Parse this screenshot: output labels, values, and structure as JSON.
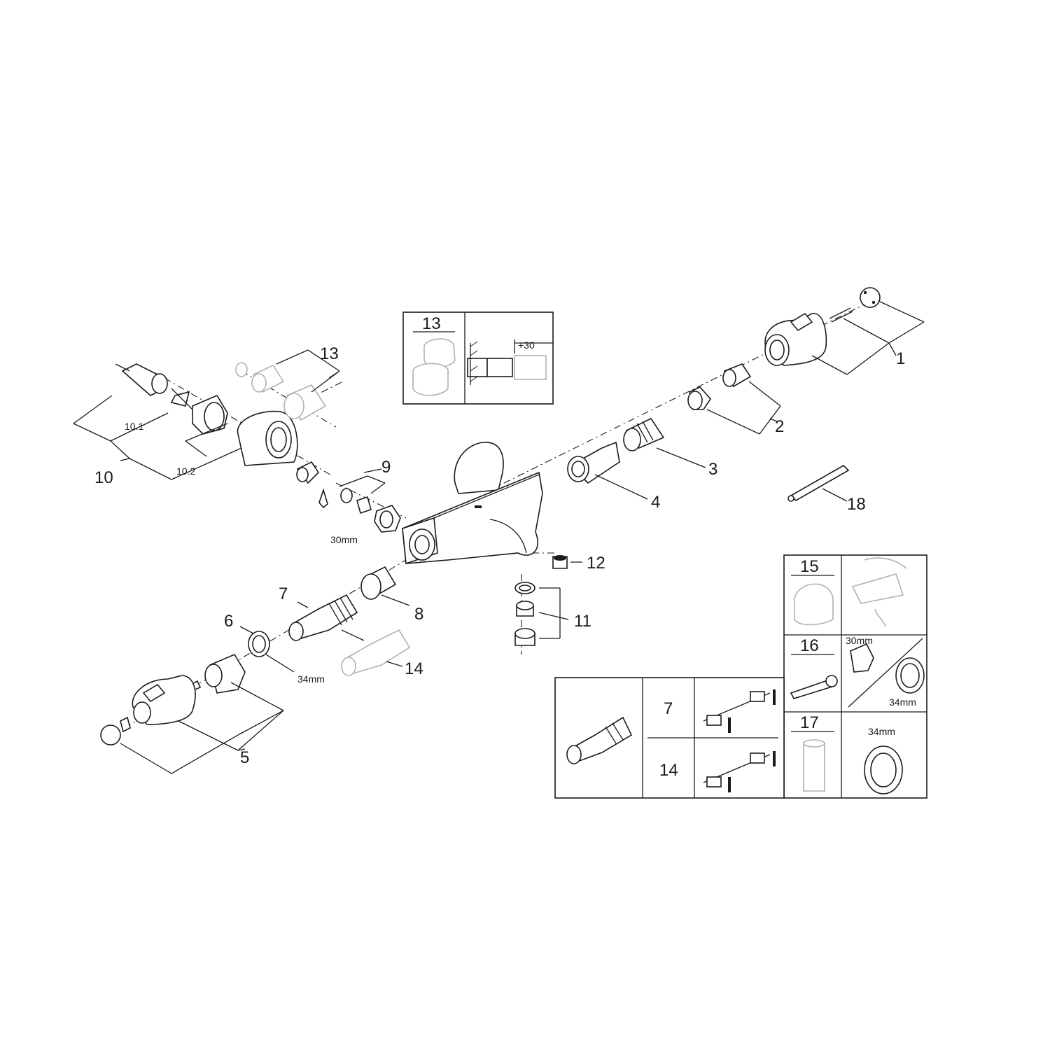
{
  "callouts": {
    "c1": "1",
    "c2": "2",
    "c3": "3",
    "c4": "4",
    "c5": "5",
    "c6": "6",
    "c7": "7",
    "c8": "8",
    "c9": "9",
    "c10": "10",
    "c10_1": "10.1",
    "c10_2": "10.2",
    "c11": "11",
    "c12": "12",
    "c13": "13",
    "c14": "14",
    "c18": "18"
  },
  "dimensions": {
    "nut_30": "30mm",
    "ring_34": "34mm"
  },
  "inset_extension": {
    "number": "13",
    "offset": "+30"
  },
  "inset_service": {
    "n15": "15",
    "n16": "16",
    "n17": "17",
    "size_30": "30mm",
    "size_34a": "34mm",
    "size_34b": "34mm"
  },
  "inset_cartridge": {
    "row1": "7",
    "row2": "14"
  },
  "colors": {
    "line": "#1a1a1a",
    "ghost_part": "#b0b0b0",
    "background": "#ffffff"
  }
}
